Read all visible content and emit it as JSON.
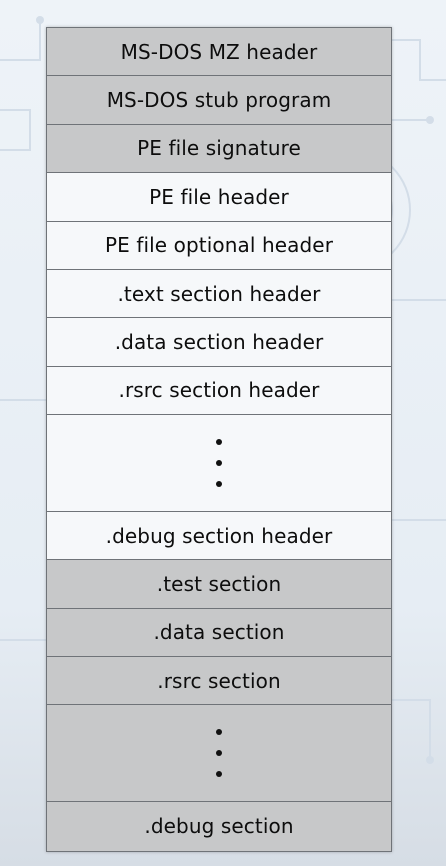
{
  "colors": {
    "dark_row": "#c7c8c9",
    "light_row": "#f6f8fa",
    "border": "#6f7378"
  },
  "rows": [
    {
      "label": "MS-DOS MZ header",
      "shade": "dark"
    },
    {
      "label": "MS-DOS stub program",
      "shade": "dark"
    },
    {
      "label": "PE file signature",
      "shade": "dark"
    },
    {
      "label": "PE file header",
      "shade": "light"
    },
    {
      "label": "PE file optional header",
      "shade": "light"
    },
    {
      "label": ".text section header",
      "shade": "light"
    },
    {
      "label": ".data section header",
      "shade": "light"
    },
    {
      "label": ".rsrc section header",
      "shade": "light"
    },
    {
      "label": "",
      "shade": "light",
      "ellipsis": true
    },
    {
      "label": ".debug section header",
      "shade": "light"
    },
    {
      "label": ".test section",
      "shade": "dark"
    },
    {
      "label": ".data section",
      "shade": "dark"
    },
    {
      "label": ".rsrc section",
      "shade": "dark"
    },
    {
      "label": "",
      "shade": "dark",
      "ellipsis": true
    },
    {
      "label": ".debug section",
      "shade": "dark"
    }
  ]
}
